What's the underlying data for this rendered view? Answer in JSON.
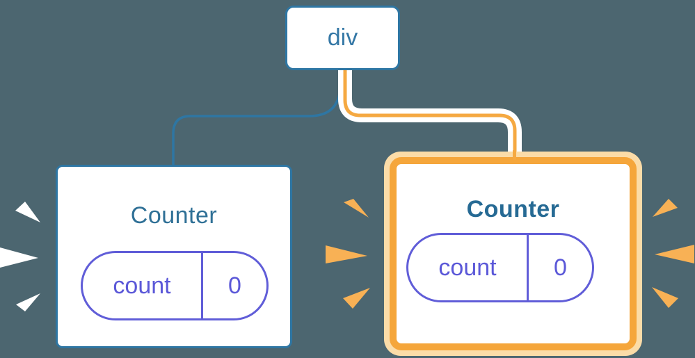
{
  "tree": {
    "root": {
      "label": "div"
    },
    "children": [
      {
        "title": "Counter",
        "state": {
          "key": "count",
          "value": "0"
        },
        "highlighted": false
      },
      {
        "title": "Counter",
        "state": {
          "key": "count",
          "value": "0"
        },
        "highlighted": true
      }
    ]
  },
  "colors": {
    "background": "#4C6670",
    "card_fill": "#FFFFFF",
    "blue_border": "#2E76A3",
    "blue_text": "#3578A6",
    "title_left": "#2F7096",
    "title_right": "#266A94",
    "purple": "#605DD8",
    "orange_line": "#F5A942",
    "orange_border": "#F5A63B",
    "cream_border": "#FBDCA8",
    "spark_orange": "#F8B155",
    "spark_white": "#FFFFFF"
  }
}
